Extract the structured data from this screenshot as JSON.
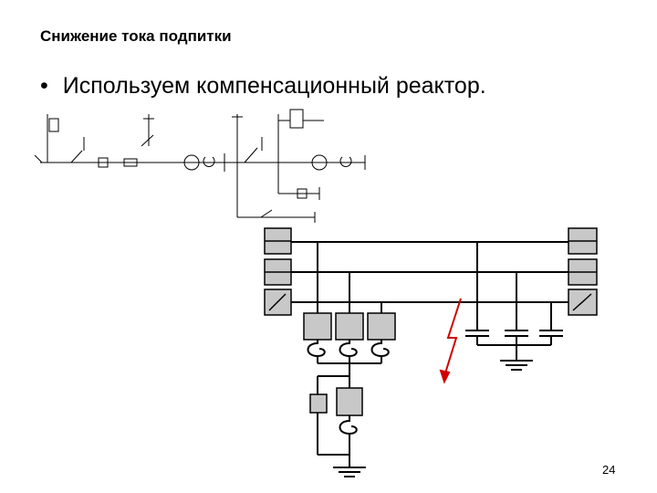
{
  "slide": {
    "title": "Снижение тока подпитки",
    "bullet_marker": "•",
    "bullet_text": "Используем компенсационный реактор.",
    "page_number": "24"
  },
  "colors": {
    "line": "#000000",
    "switch_fill": "#c8c8c8",
    "lightning": "#d00000"
  }
}
